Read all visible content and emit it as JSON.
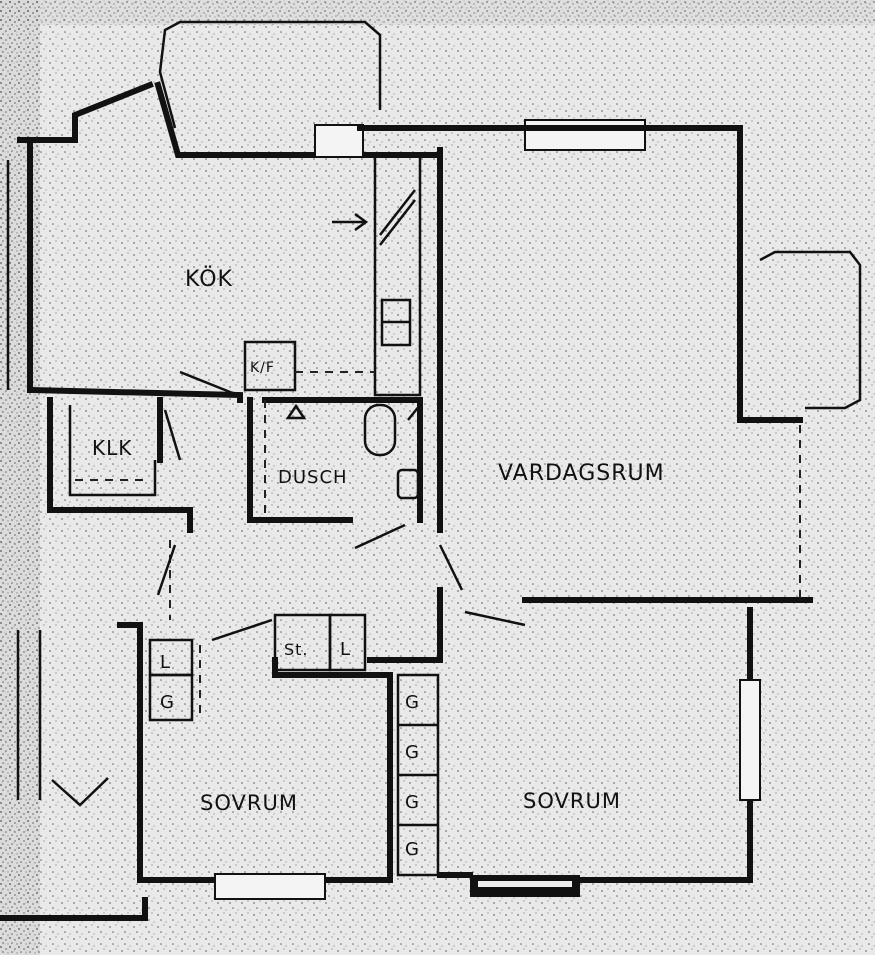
{
  "plan": {
    "rooms": {
      "kok": "KÖK",
      "klk": "KLK",
      "kf": "K/F",
      "dusch": "DUSCH",
      "vardagsrum": "VARDAGSRUM",
      "st": "St.",
      "l1": "L",
      "l2": "L",
      "g1": "G",
      "g2": "G",
      "g3": "G",
      "g4": "G",
      "g5": "G",
      "sovrum_left": "SOVRUM",
      "sovrum_right": "SOVRUM"
    },
    "colors": {
      "ink": "#111111",
      "paper": "#ececec",
      "speckle": "#8a8a8a"
    }
  }
}
